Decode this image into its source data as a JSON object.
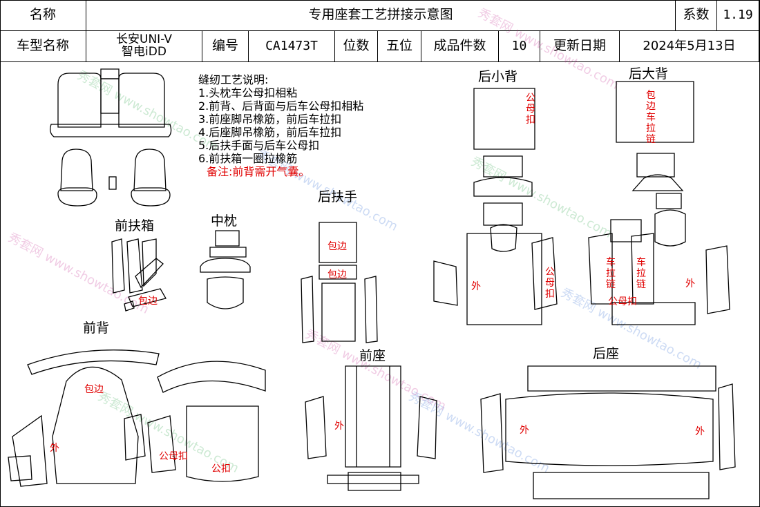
{
  "header": {
    "name_label": "名称",
    "title": "专用座套工艺拼接示意图",
    "coef_label": "系数",
    "coef_value": "1.19",
    "model_label": "车型名称",
    "model_line1": "长安UNI-V",
    "model_line2": "智电iDD",
    "code_label": "编号",
    "code_value": "CA1473T",
    "seats_label": "位数",
    "seats_value": "五位",
    "pieces_label": "成品件数",
    "pieces_value": "10",
    "update_label": "更新日期",
    "update_value": "2024年5月13日"
  },
  "notes": {
    "heading": "缝纫工艺说明:",
    "items": [
      "1.头枕车公母扣相粘",
      "2.前背、后背面与后车公母扣相粘",
      "3.前座脚吊橡筋，前后车拉扣",
      "4.后座脚吊橡筋，前后车拉扣",
      "5.后扶手面与后车公母扣",
      "6.前扶箱一圈拉橡筋"
    ],
    "remark": "备注:前背需开气囊。"
  },
  "sections": {
    "rear_small_back": "后小背",
    "rear_big_back": "后大背",
    "rear_armrest": "后扶手",
    "front_armbox": "前扶箱",
    "center_pillow": "中枕",
    "front_back": "前背",
    "front_seat": "前座",
    "rear_seat": "后座"
  },
  "annotations": {
    "gongmukou": "公母扣",
    "gongkou": "公扣",
    "wai": "外",
    "baobian": "包边",
    "baobian_chelalian": "包边车拉链",
    "chelalian": "车拉链"
  },
  "watermark": {
    "brand": "秀套网",
    "domain": "www.showtao.com"
  },
  "colors": {
    "annotation": "#e00000",
    "line": "#000000"
  }
}
